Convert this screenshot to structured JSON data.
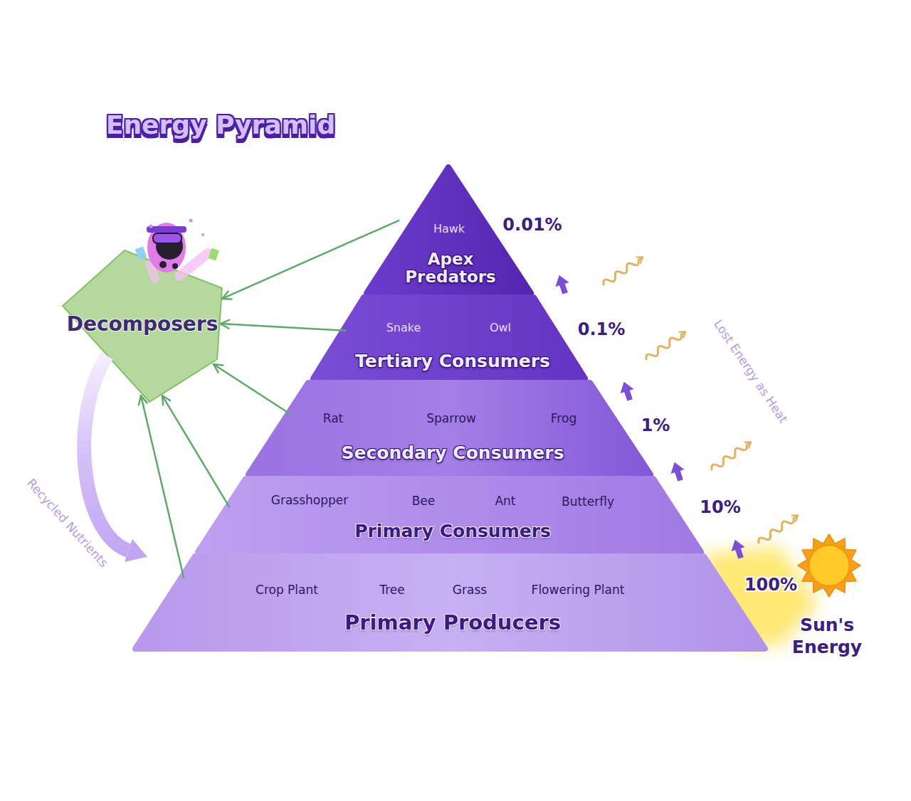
{
  "diagram": {
    "title": "Energy Pyramid",
    "nodes": [
      {
        "text": [
          "Hawk",
          "Apex Predators"
        ]
      },
      {
        "text": [
          "Snake",
          "Owl",
          "Tertiary Consumers"
        ]
      },
      {
        "text": [
          "Rat",
          "Sparrow",
          "Frog",
          "Secondary Consumers"
        ]
      },
      {
        "text": [
          "Grasshopper",
          "Bee",
          "Ant",
          "Butterfly",
          "Primary Consumers"
        ]
      },
      {
        "text": [
          "Crop Plant",
          "Tree",
          "Grass",
          "Flowering Plant",
          "Primary Producers"
        ]
      },
      {
        "text": [
          "Decomposers"
        ]
      }
    ],
    "edges": [
      {
        "from": 0,
        "to": 5,
        "arrow": "to"
      },
      {
        "from": 1,
        "to": 5,
        "arrow": "to"
      },
      {
        "from": 2,
        "to": 5,
        "arrow": "to"
      },
      {
        "from": 3,
        "to": 5,
        "arrow": "to"
      },
      {
        "from": 4,
        "to": 5,
        "arrow": "to"
      },
      {
        "from": 5,
        "to": 4,
        "label": "Recycled Nutrients",
        "arrow": "to"
      }
    ],
    "labels": [
      "0.01%",
      "0.1%",
      "1%",
      "10%",
      "100%",
      "Lost Energy as Heat",
      "Sun's Energy"
    ]
  }
}
